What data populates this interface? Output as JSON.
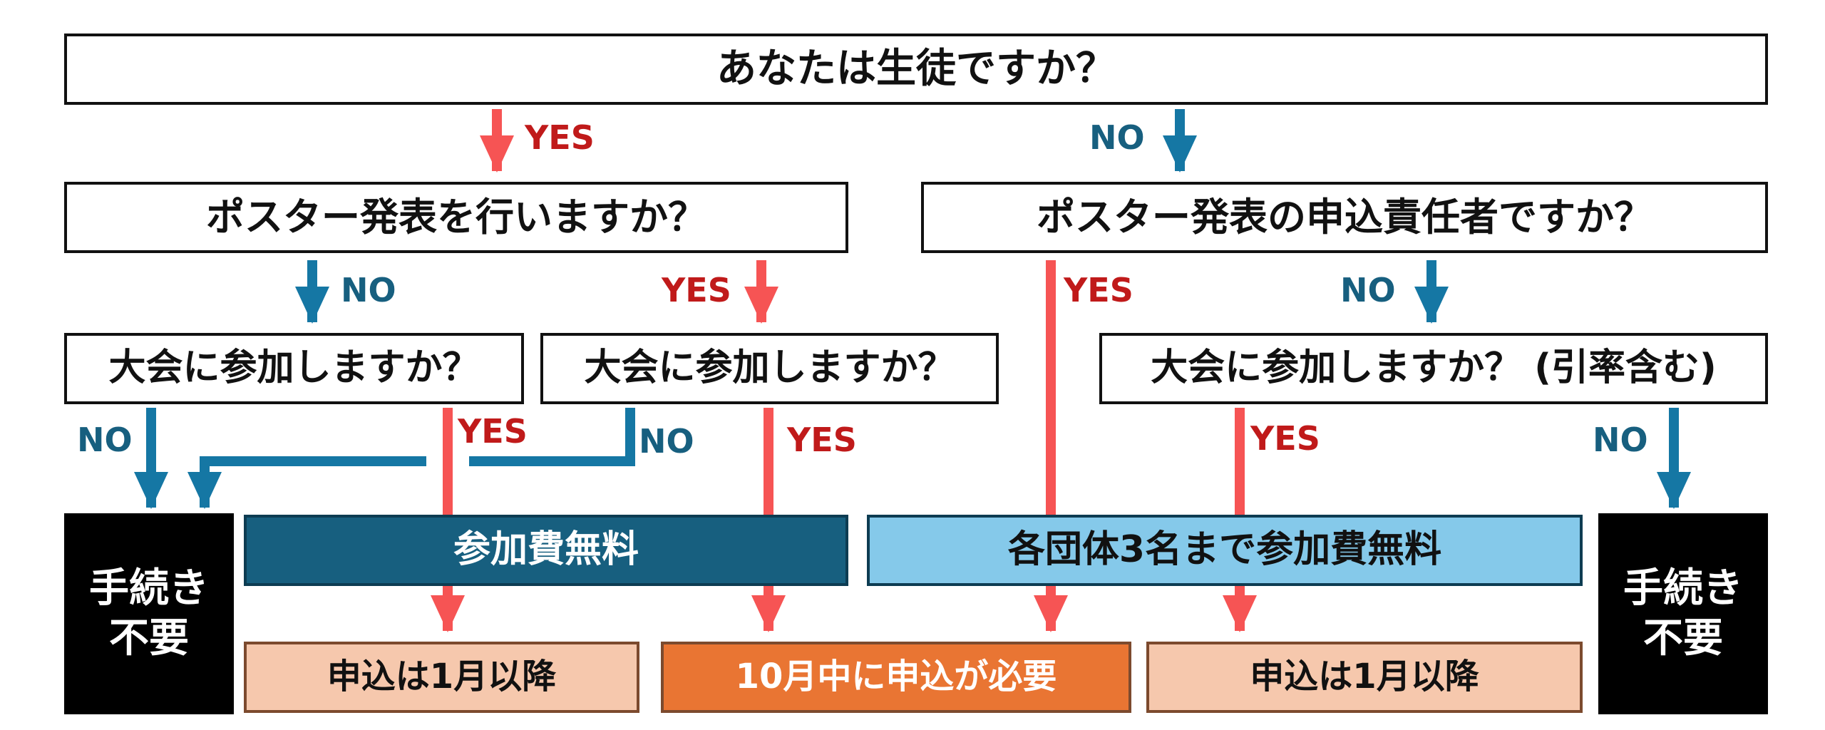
{
  "colors": {
    "yes": "#f65454",
    "no": "#1577a4",
    "yes_text": "#c01a1a",
    "no_text": "#175f7f"
  },
  "questions": {
    "student": "あなたは生徒ですか？",
    "poster_present": "ポスター発表を行いますか？",
    "poster_manager": "ポスター発表の申込責任者ですか？",
    "attend_1": "大会に参加しますか？",
    "attend_2": "大会に参加しますか？",
    "attend_3": "大会に参加しますか？ (引率含む)"
  },
  "outcomes": {
    "no_procedure_left": "手続き\n不要",
    "no_procedure_right": "手続き\n不要",
    "fee_free": "参加費無料",
    "fee_free_3": "各団体3名まで参加費無料",
    "apply_jan_left": "申込は1月以降",
    "apply_oct": "10月中に申込が必要",
    "apply_jan_right": "申込は1月以降"
  },
  "labels": {
    "yes_1": "YES",
    "no_1": "NO",
    "no_2": "NO",
    "yes_2": "YES",
    "yes_3": "YES",
    "no_3": "NO",
    "no_4": "NO",
    "yes_4": "YES",
    "no_5": "NO",
    "yes_5": "YES",
    "yes_6": "YES",
    "no_6": "NO"
  }
}
